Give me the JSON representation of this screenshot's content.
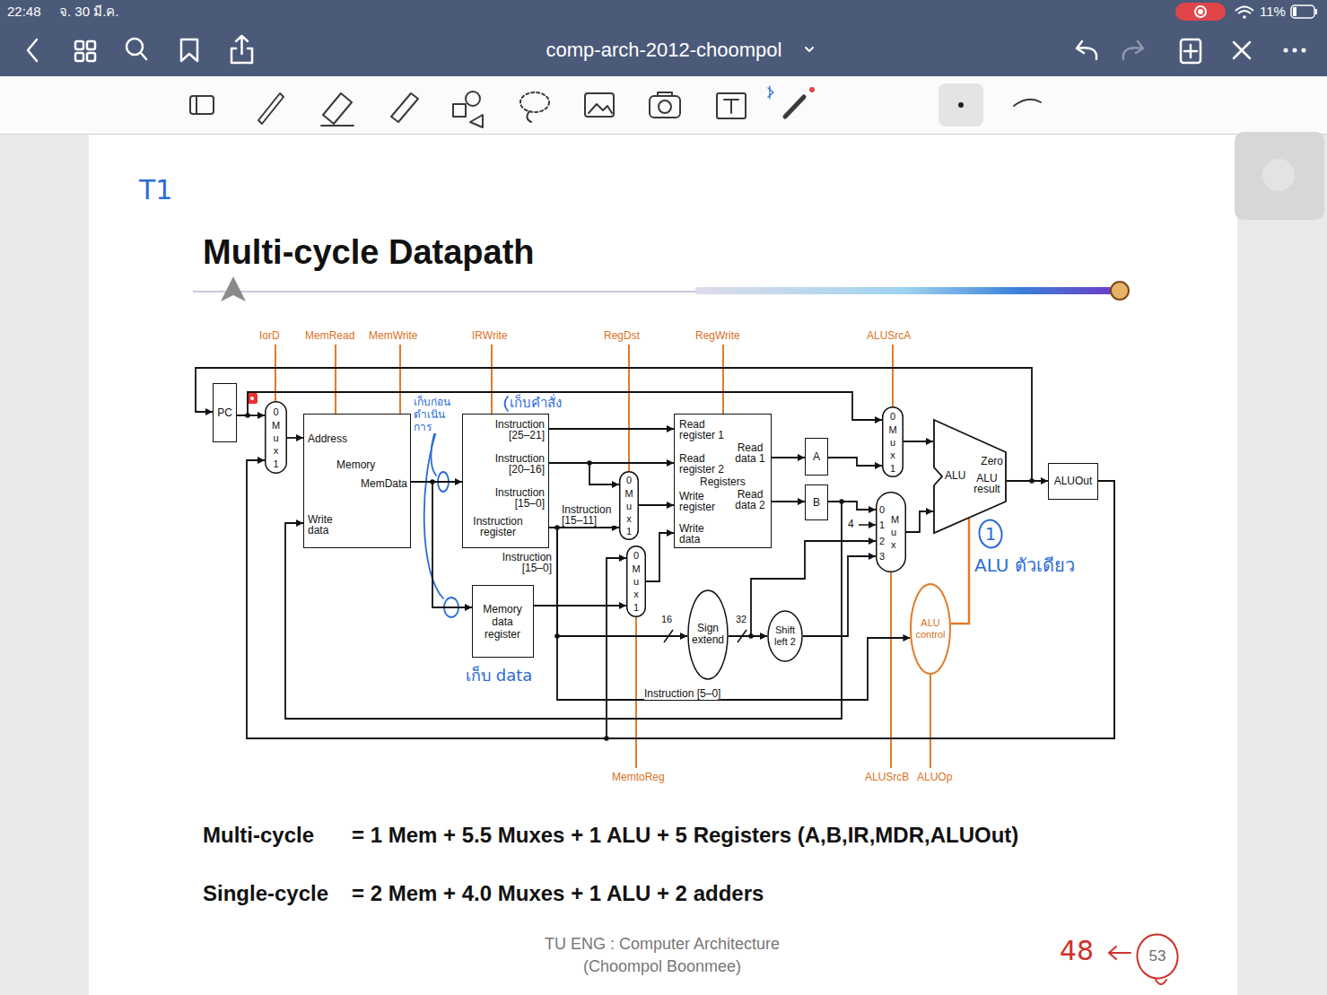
{
  "diagram": {
    "title": "Multi-cycle Datapath",
    "nodes": [
      {
        "text": [
          "PC"
        ]
      },
      {
        "text": [
          "0",
          "M u x",
          "1"
        ]
      },
      {
        "text": [
          "Address",
          "Memory",
          "MemData",
          "Write data"
        ]
      },
      {
        "text": [
          "Instruction [25–21]",
          "Instruction [20–16]",
          "Instruction [15–0]",
          "Instruction register"
        ]
      },
      {
        "text": [
          "Memory data register"
        ]
      },
      {
        "text": [
          "0",
          "M u x",
          "1"
        ]
      },
      {
        "text": [
          "0",
          "M u x",
          "1"
        ]
      },
      {
        "text": [
          "Read register 1",
          "Read register 2",
          "Registers",
          "Write register",
          "Write data",
          "Read data 1",
          "Read data 2"
        ]
      },
      {
        "text": [
          "A"
        ]
      },
      {
        "text": [
          "B"
        ]
      },
      {
        "text": [
          "Sign extend"
        ]
      },
      {
        "text": [
          "Shift left 2"
        ]
      },
      {
        "text": [
          "0",
          "M u x",
          "1"
        ]
      },
      {
        "text": [
          "0",
          "1",
          "2",
          "3",
          "M u x"
        ]
      },
      {
        "text": [
          "ALU",
          "Zero",
          "ALU result"
        ]
      },
      {
        "text": [
          "ALUOut"
        ]
      },
      {
        "text": [
          "ALU control"
        ]
      },
      {
        "text": [
          "1"
        ]
      },
      {
        "text": [
          "53"
        ]
      }
    ],
    "edges": [
      {
        "from": 0,
        "to": 1,
        "arrow": "to"
      },
      {
        "from": 15,
        "to": 1,
        "arrow": "to"
      },
      {
        "from": 15,
        "to": 6,
        "arrow": "to"
      },
      {
        "from": 1,
        "to": 2,
        "arrow": "to"
      },
      {
        "from": 2,
        "to": 3,
        "arrow": "to"
      },
      {
        "from": 2,
        "to": 4,
        "arrow": "to"
      },
      {
        "from": 9,
        "to": 2,
        "arrow": "to"
      },
      {
        "from": 9,
        "to": 13,
        "arrow": "to"
      },
      {
        "from": 3,
        "to": 7,
        "arrow": "to"
      },
      {
        "from": 3,
        "to": 7,
        "arrow": "to"
      },
      {
        "from": 3,
        "to": 5,
        "arrow": "to"
      },
      {
        "from": 3,
        "to": 5,
        "arrow": "to"
      },
      {
        "from": 3,
        "to": 10,
        "arrow": "to"
      },
      {
        "from": 3,
        "to": 16,
        "arrow": "to"
      },
      {
        "from": 5,
        "to": 7,
        "arrow": "to"
      },
      {
        "from": 6,
        "to": 7,
        "arrow": "to"
      },
      {
        "from": 4,
        "to": 6,
        "arrow": "to"
      },
      {
        "from": 7,
        "to": 8,
        "arrow": "to"
      },
      {
        "from": 7,
        "to": 9,
        "arrow": "to"
      },
      {
        "from": 8,
        "to": 12,
        "arrow": "to"
      },
      {
        "from": 0,
        "to": 12,
        "arrow": "to"
      },
      {
        "from": 10,
        "to": 13,
        "arrow": "to"
      },
      {
        "from": 10,
        "to": 11,
        "arrow": "to"
      },
      {
        "from": 11,
        "to": 13,
        "arrow": "to"
      },
      {
        "from": 12,
        "to": 14,
        "arrow": "to"
      },
      {
        "from": 13,
        "to": 14,
        "arrow": "to"
      },
      {
        "from": 14,
        "to": 15,
        "arrow": "to"
      },
      {
        "from": 14,
        "to": 0,
        "arrow": "to"
      },
      {
        "from": 16,
        "to": 14,
        "arrow": "none"
      }
    ],
    "labels": [
      "22:48",
      "จ. 30 มี.ค.",
      "11%",
      "comp-arch-2012-choompol",
      "T1",
      "IorD",
      "MemRead",
      "MemWrite",
      "IRWrite",
      "RegDst",
      "RegWrite",
      "ALUSrcA",
      "เก็บก่อน ดำเนินการ",
      "เก็บคำสั่ง",
      "4",
      "Instruction [15–11]",
      "Instruction [15–0]",
      "ALU ตัวเดียว",
      "16",
      "32",
      "เก็บ data",
      "Instruction [5–0]",
      "MemtoReg",
      "ALUSrcB",
      "ALUOp",
      "Multi-cycle",
      "= 1 Mem + 5.5 Muxes + 1 ALU + 5 Registers (A,B,IR,MDR,ALUOut)",
      "Single-cycle",
      "= 2 Mem + 4.0 Muxes + 1 ALU + 2 adders",
      "TU ENG : Computer Architecture",
      "(Choompol Boonmee)",
      "48"
    ]
  }
}
